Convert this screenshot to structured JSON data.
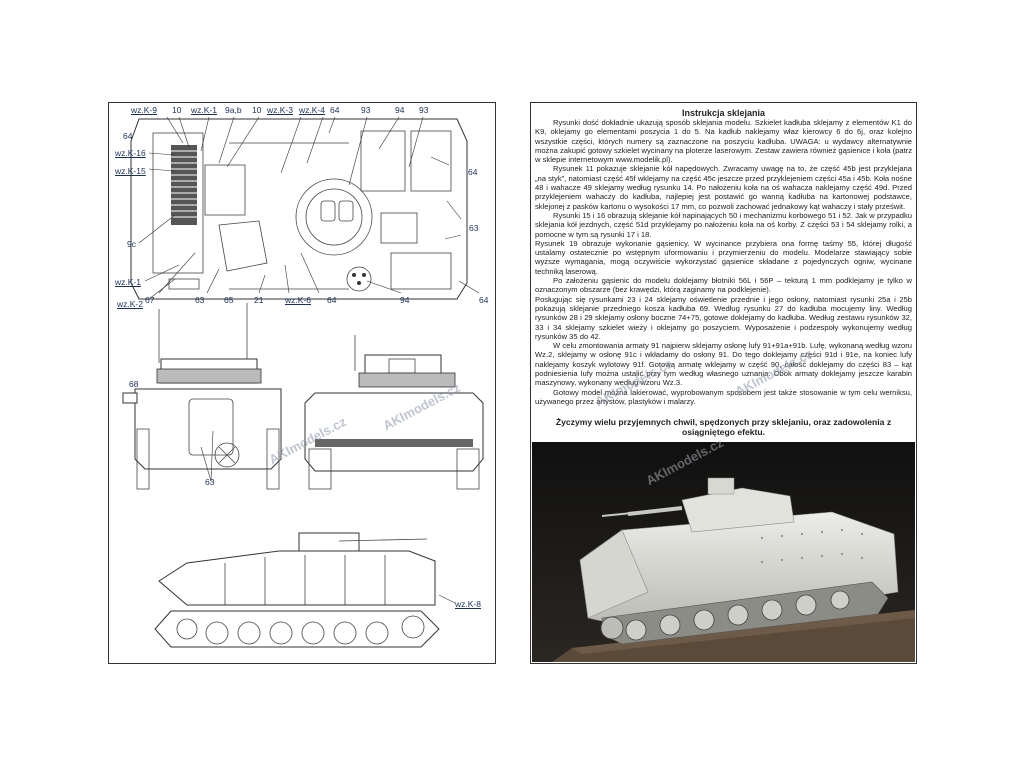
{
  "left_callouts": [
    {
      "id": "c-wzk9",
      "text": "wz.K-9"
    },
    {
      "id": "c-10a",
      "text": "10"
    },
    {
      "id": "c-wzk1a",
      "text": "wz.K-1"
    },
    {
      "id": "c-9ab",
      "text": "9a,b"
    },
    {
      "id": "c-10b",
      "text": "10"
    },
    {
      "id": "c-wzk3",
      "text": "wz.K-3"
    },
    {
      "id": "c-wzk4",
      "text": "wz.K-4"
    },
    {
      "id": "c-64a",
      "text": "64"
    },
    {
      "id": "c-93a",
      "text": "93"
    },
    {
      "id": "c-94a",
      "text": "94"
    },
    {
      "id": "c-93b",
      "text": "93"
    },
    {
      "id": "c-64b",
      "text": "64"
    },
    {
      "id": "c-wzk16",
      "text": "wz.K-16"
    },
    {
      "id": "c-wzk15",
      "text": "wz.K-15"
    },
    {
      "id": "c-64c",
      "text": "64"
    },
    {
      "id": "c-63a",
      "text": "63"
    },
    {
      "id": "c-9c",
      "text": "9c"
    },
    {
      "id": "c-wzk1b",
      "text": "wz.K-1"
    },
    {
      "id": "c-wzk2",
      "text": "wz.K-2"
    },
    {
      "id": "c-67",
      "text": "67"
    },
    {
      "id": "c-63b",
      "text": "63"
    },
    {
      "id": "c-65",
      "text": "65"
    },
    {
      "id": "c-21",
      "text": "21"
    },
    {
      "id": "c-wzk6",
      "text": "wz.K-6"
    },
    {
      "id": "c-64d",
      "text": "64"
    },
    {
      "id": "c-94b",
      "text": "94"
    },
    {
      "id": "c-64e",
      "text": "64"
    },
    {
      "id": "c-68",
      "text": "68"
    },
    {
      "id": "c-63c",
      "text": "63"
    },
    {
      "id": "c-wzk8",
      "text": "wz.K-8"
    }
  ],
  "instructions": {
    "title": "Instrukcja sklejania",
    "paragraphs": [
      "Rysunki dość dokładnie ukazują sposób sklejania modelu. Szkielet kadłuba sklejamy z elementów K1 do K9, oklejamy go elementami poszycia 1 do 5. Na kadłub naklejamy właz kierowcy 6 do 6j, oraz kolejno wszystkie części, których numery są zaznaczone na poszyciu kadłuba. UWAGA: u wydawcy alternatywnie można zakupić gotowy szkielet wycinany na ploterze laserowym. Zestaw zawiera również gąsienice i koła (patrz w sklepie internetowym www.modelik.pl).",
      "Rysunek 11 pokazuje sklejanie kół napędowych. Zwracamy uwagę na to, że część 45b jest przyklejana „na styk”, natomiast część 45f wklejamy na część 45c jeszcze przed przyklejeniem części 45a i 45b. Koła nośne 48 i wahacze 49 sklejamy według rysunku 14. Po nałożeniu koła na oś wahacza naklejamy część 49d. Przed przyklejeniem wahaczy do kadłuba, najlepiej jest postawić go wanną kadłuba na kartonowej podstawce, sklejonej z pasków kartonu o wysokości 17 mm, co pozwoli zachować jednakowy kąt wahaczy i stały prześwit.",
      "Rysunki 15 i 16 obrazują sklejanie kół napinających 50 i mechanizmu korbowego 51 i 52. Jak w przypadku sklejania kół jezdnych, część 51d przyklejamy po nałożeniu koła na oś korby. Z części 53 i 54 sklejamy rolki, a pomocne w tym są rysunki 17 i 18.",
      "Rysunek 19 obrazuje wykonanie gąsienicy. W wycinance przybiera ona formę taśmy 55, której długość ustalamy ostatecznie po wstępnym uformowaniu i przymierzeniu do modelu. Modelarze stawiający sobie wyższe wymagania, mogą oczywiście wykorzystać gąsienice składane z pojedynczych ogniw, wycinane techniką laserową.",
      "Po założeniu gąsienic do modelu doklejamy błotniki 56L i 56P – tekturą 1 mm podklejamy je tylko w oznaczonym obszarze (bez krawędzi, którą zaginamy na podklejenie).",
      "Posługując się rysunkami 23 i 24 sklejamy oświetlenie przednie i jego osłony, natomiast rysunki 25a i 25b pokazują sklejanie przedniego kosza kadłuba 69. Według rysunku 27 do kadłuba mocujemy liny. Według rysunków 28 i 29 sklejamy osłony boczne 74+75, gotowe doklejamy do kadłuba. Według zestawu rysunków 32, 33 i 34 sklejamy szkielet wieży i oklejamy go poszyciem. Wyposażenie i podzespoły wykonujemy według rysunków 35 do 42.",
      "W celu zmontowania armaty 91 najpierw sklejamy osłonę lufy 91+91a+91b. Lufę, wykonaną według wzoru Wz.2, sklejamy w osłonę 91c i wkładamy do osłony 91. Do tego doklejamy części 91d i 91e, na koniec lufy naklejamy koszyk wylotowy 91f. Gotową armatę wklejamy w część 90, całość doklejamy do części 83 – kąt podniesienia lufy można ustalić przy tym według własnego uznania. Obok armaty doklejamy jeszcze karabin maszynowy, wykonany według wzoru Wz.3.",
      "Gotowy model można lakierować, wyprobowanym sposobem jest także stosowanie w tym celu werniksu, używanego przez artystów, plastyków i malarzy."
    ],
    "closing": "Życzymy wielu przyjemnych chwil, spędzonych przy sklejaniu, oraz zadowolenia z osiągniętego efektu."
  },
  "watermark": {
    "text": "AKImodels.cz"
  },
  "colors": {
    "ink": "#1a2f5a",
    "line": "#333333",
    "paper": "#ffffff",
    "model": "#d9d9d6",
    "base": "#5a4a3a"
  }
}
